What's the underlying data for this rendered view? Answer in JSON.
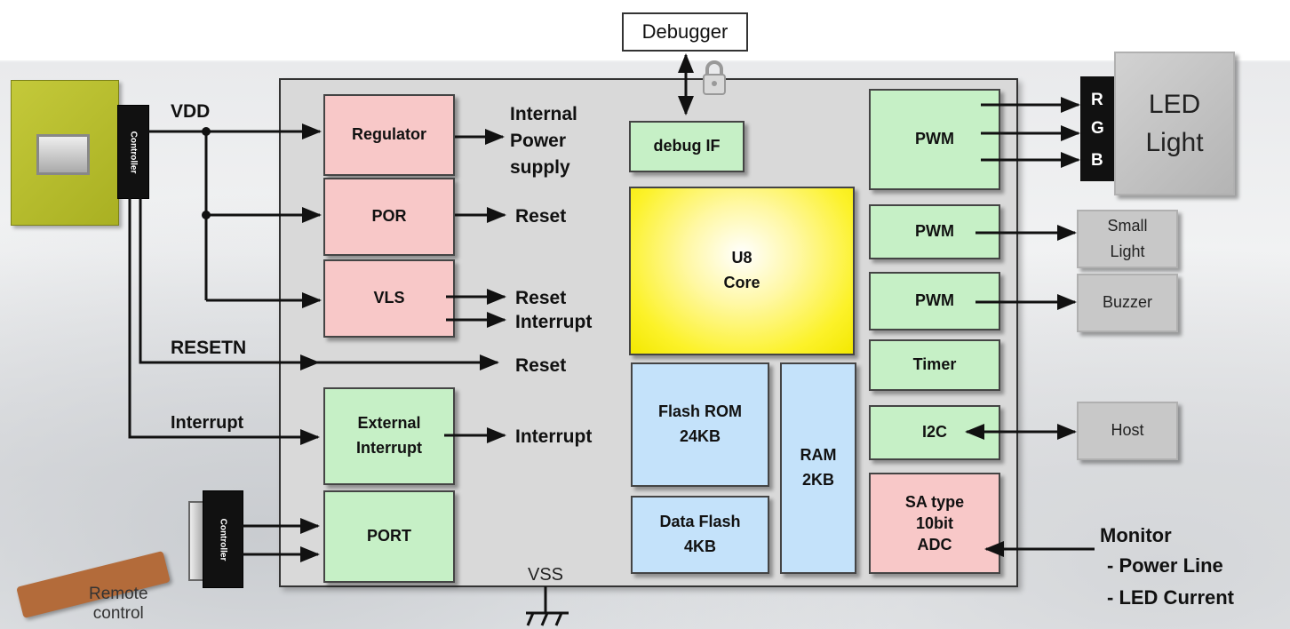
{
  "external": {
    "debugger": "Debugger",
    "led_light": "LED\nLight",
    "rgb": [
      "R",
      "G",
      "B"
    ],
    "small_light": "Small\nLight",
    "buzzer": "Buzzer",
    "host": "Host",
    "remote_control": "Remote\ncontrol",
    "controller": "Controller",
    "monitor": [
      "Monitor",
      "- Power Line",
      "- LED Current"
    ]
  },
  "signals": {
    "vdd": "VDD",
    "resetn": "RESETN",
    "interrupt_in": "Interrupt",
    "internal_power": "Internal\nPower\nsupply",
    "reset_por": "Reset",
    "reset_vls": "Reset",
    "interrupt_vls": "Interrupt",
    "reset_resetn": "Reset",
    "interrupt_ext": "Interrupt",
    "vss": "VSS"
  },
  "blocks": {
    "regulator": "Regulator",
    "por": "POR",
    "vls": "VLS",
    "external_interrupt": "External\nInterrupt",
    "port": "PORT",
    "debug_if": "debug IF",
    "core": "U8\nCore",
    "flash_rom": "Flash ROM\n24KB",
    "data_flash": "Data Flash\n4KB",
    "ram": "RAM\n2KB",
    "pwm_rgb": "PWM",
    "pwm_small": "PWM",
    "pwm_buzzer": "PWM",
    "timer": "Timer",
    "i2c": "I2C",
    "adc": "SA type\n10bit\nADC"
  }
}
